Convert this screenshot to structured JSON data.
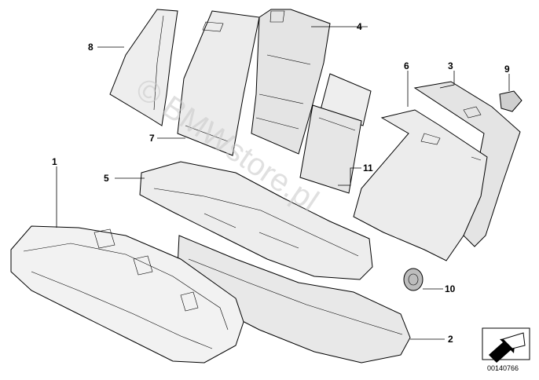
{
  "callouts": [
    "1",
    "2",
    "3",
    "4",
    "5",
    "6",
    "7",
    "8",
    "9",
    "10",
    "11"
  ],
  "watermark": "© BMWstore.pl",
  "reference_number": "00140766",
  "icon": "arrow-direction-icon"
}
